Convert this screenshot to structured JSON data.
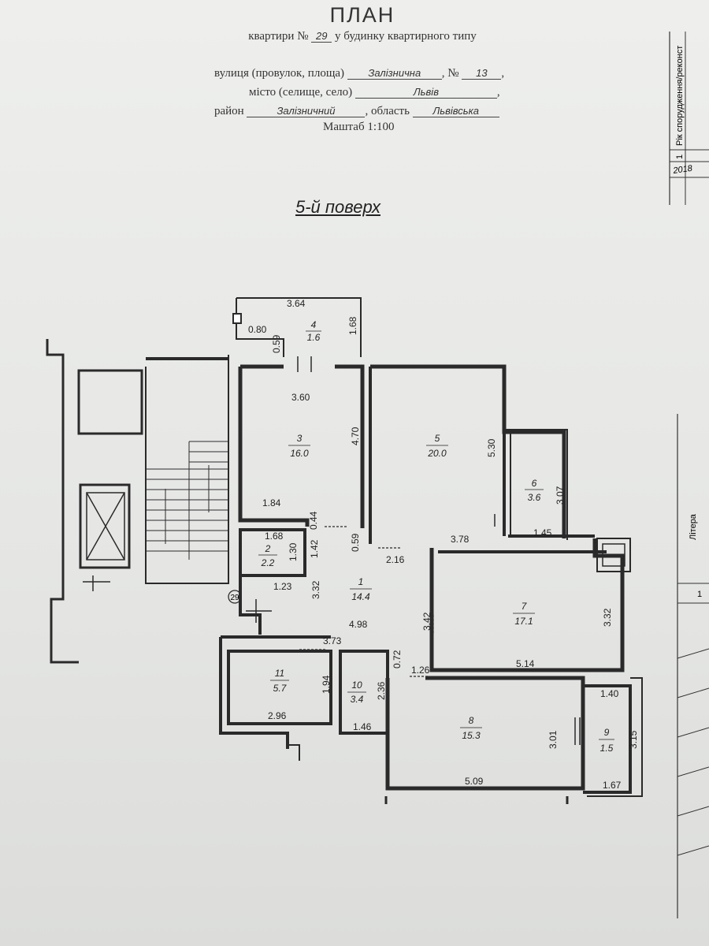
{
  "header": {
    "title": "ПЛАН",
    "apartment_prefix": "квартири №",
    "apartment_number": "29",
    "apartment_suffix": "у будинку квартирного типу",
    "street_label": "вулиця (провулок, площа)",
    "street_value": "Залізнична",
    "house_label": "№",
    "house_value": "13",
    "city_label": "місто (селище, село)",
    "city_value": "Львів",
    "district_label": "район",
    "district_value": "Залізничний",
    "region_label": "область",
    "region_value": "Львівська",
    "scale": "Маштаб 1:100"
  },
  "floor_label": "5-й поверх",
  "apartment_marker": "29",
  "rooms": [
    {
      "id": "4",
      "area": "1.6"
    },
    {
      "id": "3",
      "area": "16.0"
    },
    {
      "id": "5",
      "area": "20.0"
    },
    {
      "id": "6",
      "area": "3.6"
    },
    {
      "id": "2",
      "area": "2.2"
    },
    {
      "id": "1",
      "area": "14.4"
    },
    {
      "id": "7",
      "area": "17.1"
    },
    {
      "id": "11",
      "area": "5.7"
    },
    {
      "id": "10",
      "area": "3.4"
    },
    {
      "id": "8",
      "area": "15.3"
    },
    {
      "id": "9",
      "area": "1.5"
    }
  ],
  "dimensions": {
    "d364": "3.64",
    "d080": "0.80",
    "d168a": "1.68",
    "d059a": "0.59",
    "d360": "3.60",
    "d470": "4.70",
    "d530": "5.30",
    "d307": "3.07",
    "d184": "1.84",
    "d044": "0.44",
    "d059b": "0.59",
    "d378": "3.78",
    "d145": "1.45",
    "d168b": "1.68",
    "d130": "1.30",
    "d142": "1.42",
    "d216": "2.16",
    "d123": "1.23",
    "d332a": "3.32",
    "d342": "3.42",
    "d332b": "3.32",
    "d498": "4.98",
    "d373": "3.73",
    "d072": "0.72",
    "d126": "1.26",
    "d514": "5.14",
    "d194": "1.94",
    "d236": "2.36",
    "d140": "1.40",
    "d296": "2.96",
    "d146": "1.46",
    "d301": "3.01",
    "d315": "3.15",
    "d509": "5.09",
    "d167": "1.67"
  },
  "side_table": {
    "col_label": "Рік спорудження/реконст",
    "col_num": "1",
    "year": "2018",
    "litera_label": "Літера",
    "litera_num": "1"
  }
}
